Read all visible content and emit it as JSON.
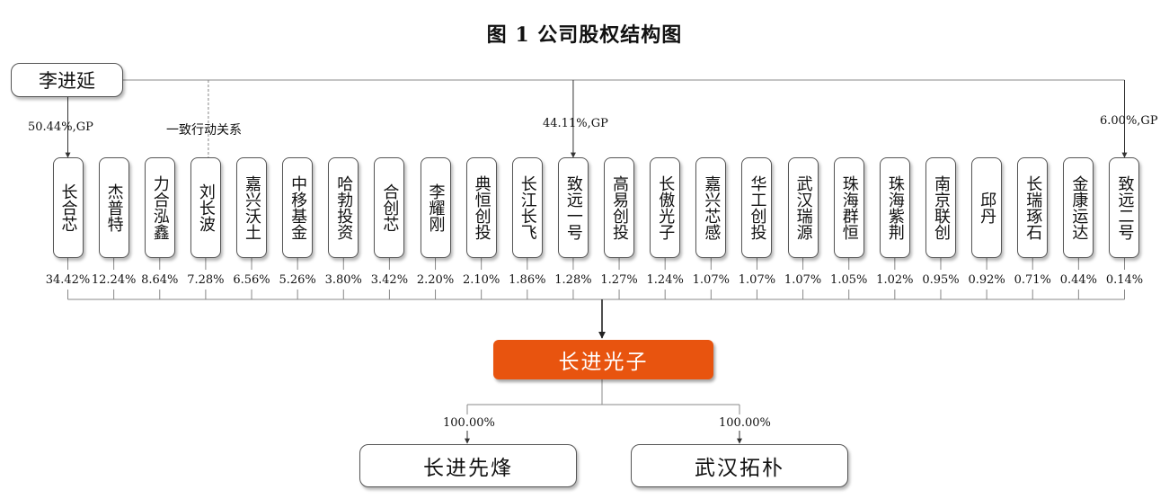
{
  "title": "图 1 公司股权结构图",
  "controller": {
    "name": "李进延",
    "concert_label": "一致行动关系",
    "gp_labels": [
      "50.44%,GP",
      "44.11%,GP",
      "6.00%,GP"
    ]
  },
  "shareholders": [
    {
      "name": "长合芯",
      "pct": "34.42%"
    },
    {
      "name": "杰普特",
      "pct": "12.24%"
    },
    {
      "name": "力合泓鑫",
      "pct": "8.64%"
    },
    {
      "name": "刘长波",
      "pct": "7.28%"
    },
    {
      "name": "嘉兴沃土",
      "pct": "6.56%"
    },
    {
      "name": "中移基金",
      "pct": "5.26%"
    },
    {
      "name": "哈勃投资",
      "pct": "3.80%"
    },
    {
      "name": "合创芯",
      "pct": "3.42%"
    },
    {
      "name": "李耀刚",
      "pct": "2.20%"
    },
    {
      "name": "典恒创投",
      "pct": "2.10%"
    },
    {
      "name": "长江长飞",
      "pct": "1.86%"
    },
    {
      "name": "致远一号",
      "pct": "1.28%"
    },
    {
      "name": "高易创投",
      "pct": "1.27%"
    },
    {
      "name": "长傲光子",
      "pct": "1.24%"
    },
    {
      "name": "嘉兴芯感",
      "pct": "1.07%"
    },
    {
      "name": "华工创投",
      "pct": "1.07%"
    },
    {
      "name": "武汉瑞源",
      "pct": "1.07%"
    },
    {
      "name": "珠海群恒",
      "pct": "1.05%"
    },
    {
      "name": "珠海紫荆",
      "pct": "1.02%"
    },
    {
      "name": "南京联创",
      "pct": "0.95%"
    },
    {
      "name": "邱丹",
      "pct": "0.92%"
    },
    {
      "name": "长瑞琢石",
      "pct": "0.71%"
    },
    {
      "name": "金康运达",
      "pct": "0.44%"
    },
    {
      "name": "致远二号",
      "pct": "0.14%"
    }
  ],
  "company": {
    "name": "长进光子"
  },
  "subsidiaries": [
    {
      "name": "长进先烽",
      "pct": "100.00%"
    },
    {
      "name": "武汉拓朴",
      "pct": "100.00%"
    }
  ],
  "colors": {
    "company_fill": "#e8540f",
    "line": "#555555"
  }
}
